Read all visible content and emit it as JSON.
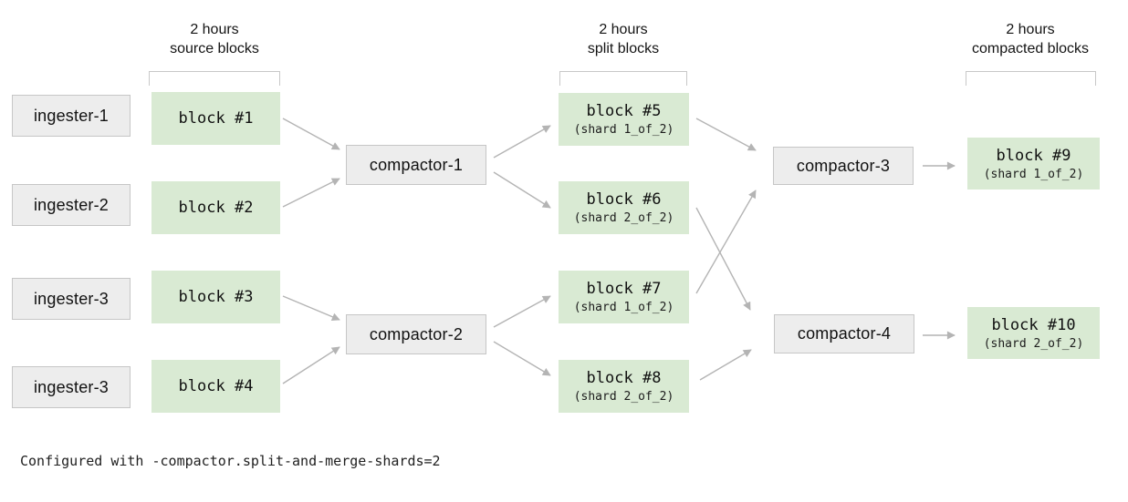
{
  "caption": "Configured with -compactor.split-and-merge-shards=2",
  "colors": {
    "block_fill": "#d9ead3",
    "box_fill": "#ededed",
    "box_border": "#c6c6c6",
    "arrow": "#b4b4b4",
    "bracket": "#c8c8c8",
    "text": "#141414"
  },
  "column_headers": [
    {
      "id": "source",
      "line1": "2 hours",
      "line2": "source blocks"
    },
    {
      "id": "split",
      "line1": "2 hours",
      "line2": "split blocks"
    },
    {
      "id": "compacted",
      "line1": "2 hours",
      "line2": "compacted blocks"
    }
  ],
  "nodes": [
    {
      "id": "ingester-1",
      "type": "ingester",
      "label": "ingester-1"
    },
    {
      "id": "ingester-2",
      "type": "ingester",
      "label": "ingester-2"
    },
    {
      "id": "ingester-3a",
      "type": "ingester",
      "label": "ingester-3"
    },
    {
      "id": "ingester-3b",
      "type": "ingester",
      "label": "ingester-3"
    },
    {
      "id": "block-1",
      "type": "block",
      "label": "block #1"
    },
    {
      "id": "block-2",
      "type": "block",
      "label": "block #2"
    },
    {
      "id": "block-3",
      "type": "block",
      "label": "block #3"
    },
    {
      "id": "block-4",
      "type": "block",
      "label": "block #4"
    },
    {
      "id": "compactor-1",
      "type": "compactor",
      "label": "compactor-1"
    },
    {
      "id": "compactor-2",
      "type": "compactor",
      "label": "compactor-2"
    },
    {
      "id": "block-5",
      "type": "block",
      "label": "block #5",
      "sublabel": "(shard 1_of_2)"
    },
    {
      "id": "block-6",
      "type": "block",
      "label": "block #6",
      "sublabel": "(shard 2_of_2)"
    },
    {
      "id": "block-7",
      "type": "block",
      "label": "block #7",
      "sublabel": "(shard 1_of_2)"
    },
    {
      "id": "block-8",
      "type": "block",
      "label": "block #8",
      "sublabel": "(shard 2_of_2)"
    },
    {
      "id": "compactor-3",
      "type": "compactor",
      "label": "compactor-3"
    },
    {
      "id": "compactor-4",
      "type": "compactor",
      "label": "compactor-4"
    },
    {
      "id": "block-9",
      "type": "block",
      "label": "block #9",
      "sublabel": "(shard 1_of_2)"
    },
    {
      "id": "block-10",
      "type": "block",
      "label": "block #10",
      "sublabel": "(shard 2_of_2)"
    }
  ],
  "edges": [
    {
      "from": "block-1",
      "to": "compactor-1"
    },
    {
      "from": "block-2",
      "to": "compactor-1"
    },
    {
      "from": "block-3",
      "to": "compactor-2"
    },
    {
      "from": "block-4",
      "to": "compactor-2"
    },
    {
      "from": "compactor-1",
      "to": "block-5"
    },
    {
      "from": "compactor-1",
      "to": "block-6"
    },
    {
      "from": "compactor-2",
      "to": "block-7"
    },
    {
      "from": "compactor-2",
      "to": "block-8"
    },
    {
      "from": "block-5",
      "to": "compactor-3"
    },
    {
      "from": "block-6",
      "to": "compactor-4"
    },
    {
      "from": "block-7",
      "to": "compactor-3"
    },
    {
      "from": "block-8",
      "to": "compactor-4"
    },
    {
      "from": "compactor-3",
      "to": "block-9"
    },
    {
      "from": "compactor-4",
      "to": "block-10"
    }
  ]
}
